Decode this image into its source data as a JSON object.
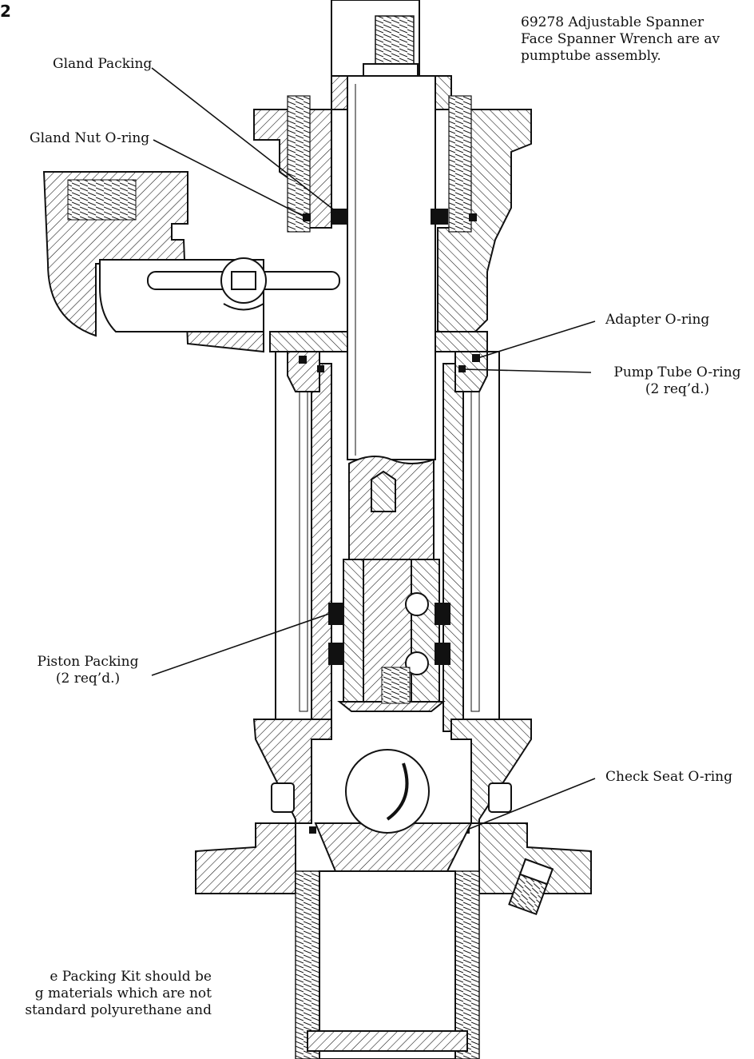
{
  "figure_number": "2",
  "top_note": {
    "lines": [
      "69278 Adjustable Spanner",
      "Face Spanner Wrench are av",
      "pumptube assembly."
    ]
  },
  "bottom_note": {
    "lines": [
      "e Packing Kit should be",
      "g materials which are not",
      "standard polyurethane and"
    ]
  },
  "labels": {
    "gland_packing": "Gland Packing",
    "gland_nut_oring": "Gland Nut O-ring",
    "adapter_oring": "Adapter O-ring",
    "pump_tube_oring": "Pump Tube O-ring",
    "pump_tube_oring_qty": "(2 req’d.)",
    "piston_packing": "Piston Packing",
    "piston_packing_qty": "(2 req’d.)",
    "check_seat_oring": "Check Seat O-ring"
  }
}
